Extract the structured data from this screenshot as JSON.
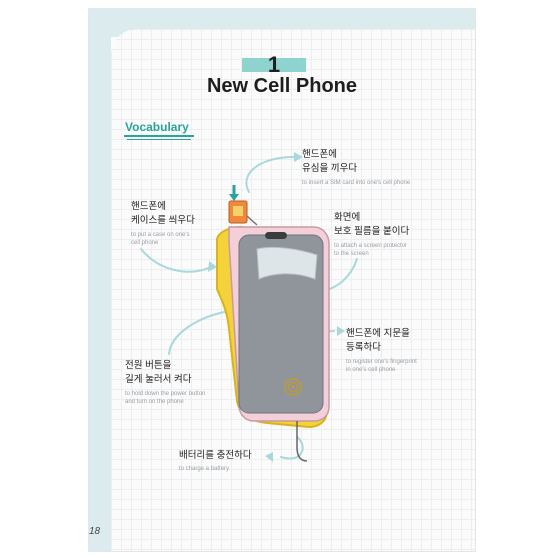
{
  "lesson": {
    "number": "1",
    "title": "New Cell Phone"
  },
  "section_label": "Vocabulary",
  "vocabulary": [
    {
      "ko_line1": "핸드폰에",
      "ko_line2": "유심을 끼우다",
      "en": "to insert a SIM card into one's cell phone"
    },
    {
      "ko_line1": "핸드폰에",
      "ko_line2": "케이스를 씌우다",
      "en_line1": "to put a case on one's",
      "en_line2": "cell phone"
    },
    {
      "ko_line1": "화면에",
      "ko_line2": "보호 필름을 붙이다",
      "en_line1": "to attach a screen protector",
      "en_line2": "to the screen"
    },
    {
      "ko_line1": "핸드폰에 지문을",
      "ko_line2": "등록하다",
      "en_line1": "to register one's fingerprint",
      "en_line2": "in one's cell phone"
    },
    {
      "ko_line1": "전원 버튼을",
      "ko_line2": "길게 눌러서 켜다",
      "en_line1": "to hold down the power button",
      "en_line2": "and turn on the phone"
    },
    {
      "ko_line1": "배터리를 충전하다",
      "en": "to charge a battery"
    }
  ],
  "page_number": "18",
  "colors": {
    "accent": "#2aa39c",
    "phone_case": "#f3d23a",
    "phone_body": "#f4cfd8",
    "screen": "#8f959b",
    "arrow": "#a9d8dc"
  }
}
